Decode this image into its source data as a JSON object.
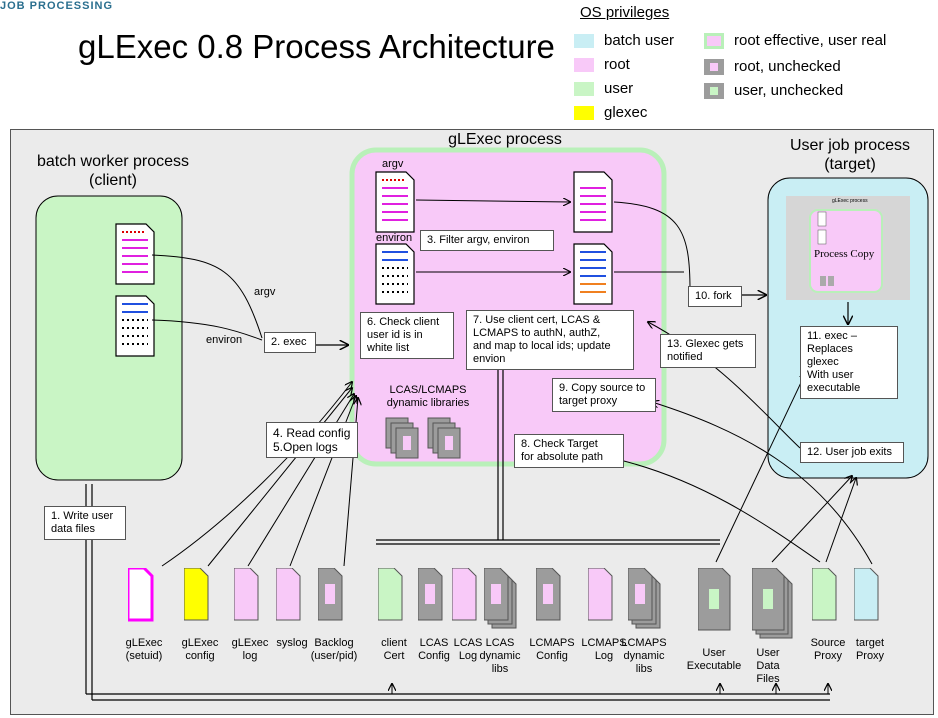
{
  "header": {
    "top_left_text": "JOB PROCESSING"
  },
  "title": "gLExec 0.8 Process Architecture",
  "legend": {
    "title": "OS privileges",
    "items": [
      {
        "label": "batch user",
        "color": "#c9eef4"
      },
      {
        "label": "root",
        "color": "#f8c9f8"
      },
      {
        "label": "user",
        "color": "#c9f5c5"
      },
      {
        "label": "glexec",
        "color": "#ffff00"
      },
      {
        "label": "root effective, user real"
      },
      {
        "label": "root, unchecked",
        "inner": "#f8c9f8"
      },
      {
        "label": "user, unchecked",
        "inner": "#c9f5c5"
      }
    ]
  },
  "processes": {
    "batch": "batch worker process\n(client)",
    "glexec": "gLExec process",
    "userjob": "User job process\n(target)"
  },
  "doc_labels": {
    "argv": "argv",
    "environ": "environ",
    "argv2": "argv",
    "environ2": "environ"
  },
  "steps": {
    "s1": "1. Write user\ndata files",
    "s2": "2. exec",
    "s3": "3. Filter argv, environ",
    "s45": "4. Read config\n5.Open logs",
    "s6": "6. Check client\nuser id is in\nwhite list",
    "s7": "7. Use client cert, LCAS &\nLCMAPS to authN, authZ,\nand map to local ids; update\nenvion",
    "s8": "8. Check Target\nfor absolute path",
    "s9": "9. Copy source to\ntarget proxy",
    "s10": "10. fork",
    "s11": "11. exec –\nReplaces\nglexec\nWith user\nexecutable",
    "s12": "12. User job exits",
    "s13": "13. Glexec gets\nnotified"
  },
  "lib_label": "LCAS/LCMAPS\ndynamic libraries",
  "process_copy": {
    "heading": "Process Copy",
    "tiny": "gLExec process"
  },
  "files": [
    {
      "label": "gLExec\n(setuid)",
      "kind": "outline-magenta"
    },
    {
      "label": "gLExec\nconfig",
      "kind": "glexec"
    },
    {
      "label": "gLExec\nlog",
      "kind": "root"
    },
    {
      "label": "syslog",
      "kind": "root"
    },
    {
      "label": "Backlog\n(user/pid)",
      "kind": "gray-root"
    },
    {
      "label": "client\nCert",
      "kind": "user"
    },
    {
      "label": "LCAS\nConfig",
      "kind": "gray-root"
    },
    {
      "label": "LCAS\nLog",
      "kind": "root"
    },
    {
      "label": "LCAS\ndynamic\nlibs",
      "kind": "gray-root-stack"
    },
    {
      "label": "LCMAPS\nConfig",
      "kind": "gray-root"
    },
    {
      "label": "LCMAPS\nLog",
      "kind": "root"
    },
    {
      "label": "LCMAPS\ndynamic\nlibs",
      "kind": "gray-root-stack"
    },
    {
      "label": "User\nExecutable",
      "kind": "gray-user"
    },
    {
      "label": "User\nData\nFiles",
      "kind": "gray-user-stack"
    },
    {
      "label": "Source\nProxy",
      "kind": "user"
    },
    {
      "label": "target\nProxy",
      "kind": "batch"
    }
  ]
}
